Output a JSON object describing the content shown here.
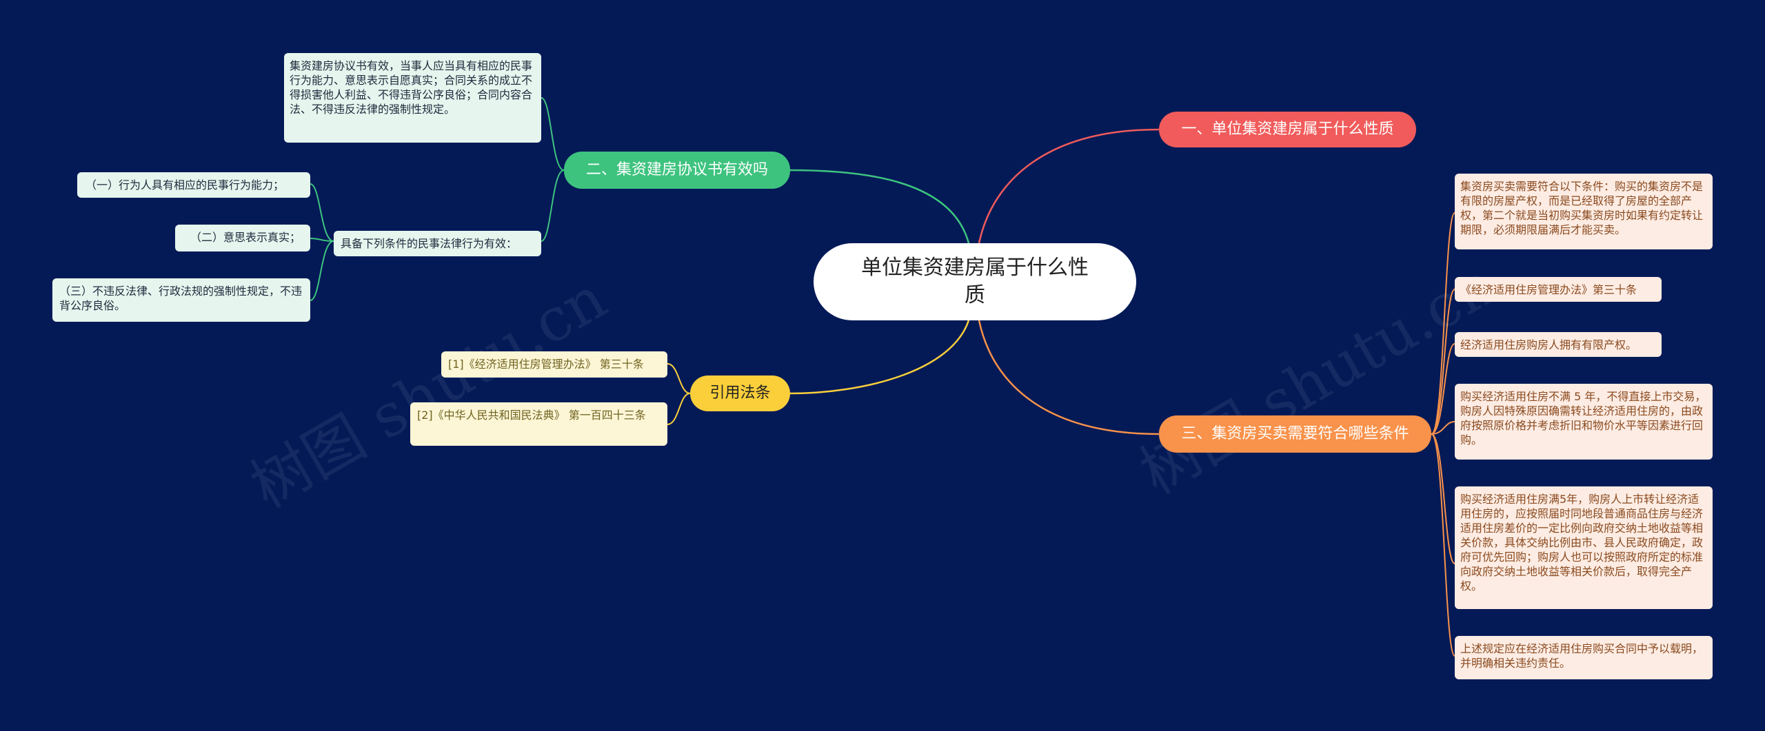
{
  "center": "单位集资建房属于什么性质",
  "branches": {
    "one": {
      "label": "一、单位集资建房属于什么性质"
    },
    "two": {
      "label": "二、集资建房协议书有效吗",
      "summary": "集资建房协议书有效，当事人应当具有相应的民事行为能力、意思表示自愿真实；合同关系的成立不得损害他人利益、不得违背公序良俗；合同内容合法、不得违反法律的强制性规定。",
      "conditions_label": "具备下列条件的民事法律行为有效：",
      "conditions": [
        "（一）行为人具有相应的民事行为能力；",
        "（二）意思表示真实；",
        "（三）不违反法律、行政法规的强制性规定，不违背公序良俗。"
      ]
    },
    "refs": {
      "label": "引用法条",
      "items": [
        "[1]《经济适用住房管理办法》 第三十条",
        "[2]《中华人民共和国民法典》 第一百四十三条"
      ]
    },
    "three": {
      "label": "三、集资房买卖需要符合哪些条件",
      "items": [
        "集资房买卖需要符合以下条件：购买的集资房不是有限的房屋产权，而是已经取得了房屋的全部产权，第二个就是当初购买集资房时如果有约定转让期限，必须期限届满后才能买卖。",
        "《经济适用住房管理办法》第三十条",
        "经济适用住房购房人拥有有限产权。",
        "购买经济适用住房不满 5 年，不得直接上市交易，购房人因特殊原因确需转让经济适用住房的，由政府按照原价格并考虑折旧和物价水平等因素进行回购。",
        "购买经济适用住房满5年，购房人上市转让经济适用住房的，应按照届时同地段普通商品住房与经济适用住房差价的一定比例向政府交纳土地收益等相关价款，具体交纳比例由市、县人民政府确定，政府可优先回购；购房人也可以按照政府所定的标准向政府交纳土地收益等相关价款后，取得完全产权。",
        "上述规定应在经济适用住房购买合同中予以载明，并明确相关违约责任。"
      ]
    }
  },
  "watermarks": [
    "树图 shutu.cn",
    "树图 shutu.cn"
  ],
  "colors": {
    "background": "#041a57",
    "red": "#f15b5b",
    "green": "#3ec37f",
    "yellow": "#fbcf3a",
    "orange": "#f9924a"
  }
}
